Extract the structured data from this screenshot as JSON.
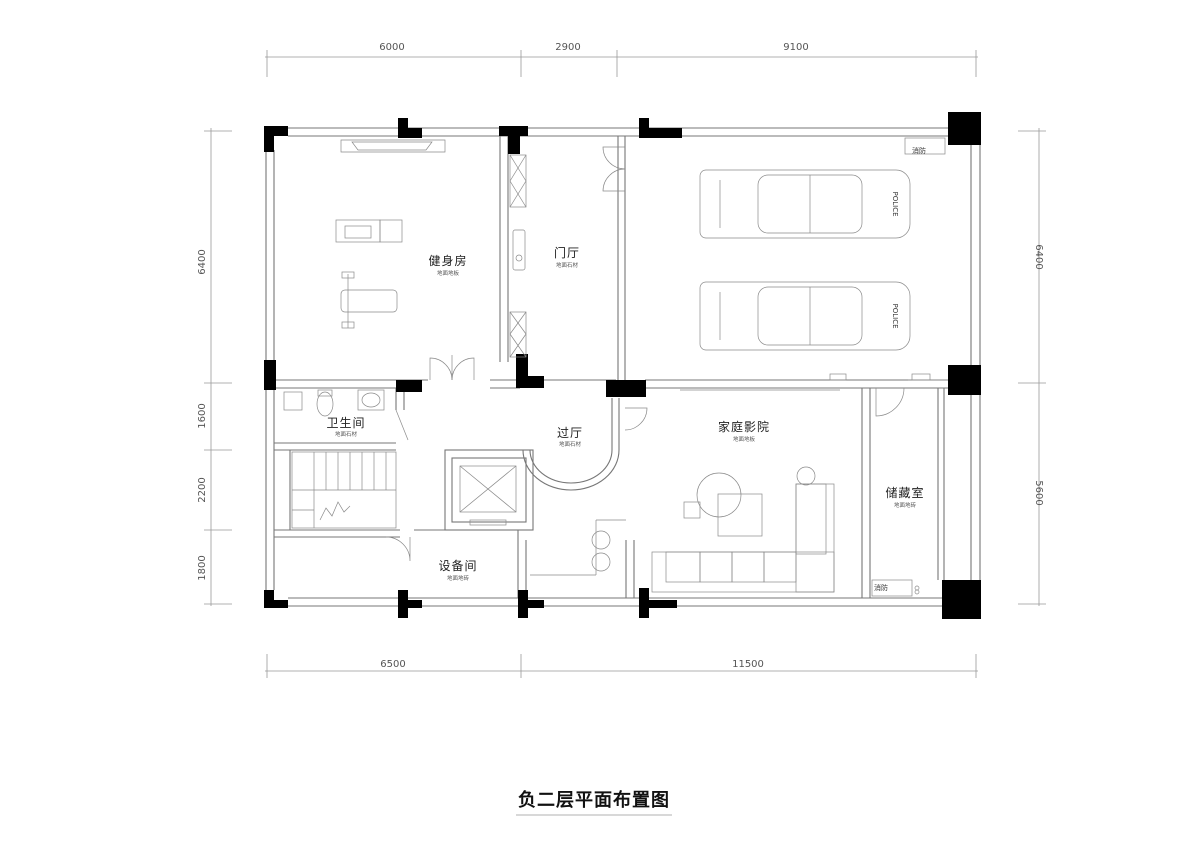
{
  "dimensions": {
    "top": [
      "6000",
      "2900",
      "9100"
    ],
    "bottom": [
      "6500",
      "11500"
    ],
    "left": [
      "6400",
      "1600",
      "2200",
      "1800"
    ],
    "right": [
      "6400",
      "5600"
    ]
  },
  "rooms": {
    "gym": {
      "name": "健身房",
      "sub": "地面地板"
    },
    "foyer": {
      "name": "门厅",
      "sub": "地面石材"
    },
    "bathroom": {
      "name": "卫生间",
      "sub": "地面石材"
    },
    "hall": {
      "name": "过厅",
      "sub": "地面石材"
    },
    "theater": {
      "name": "家庭影院",
      "sub": "地面地板"
    },
    "storage": {
      "name": "储藏室",
      "sub": "地面地砖"
    },
    "equipment": {
      "name": "设备间",
      "sub": "地面地砖"
    }
  },
  "labels": {
    "fire_top": "消防",
    "fire_bottom": "消防",
    "car_top": "POLICE",
    "car_bottom": "POLICE"
  },
  "title": "负二层平面布置图"
}
